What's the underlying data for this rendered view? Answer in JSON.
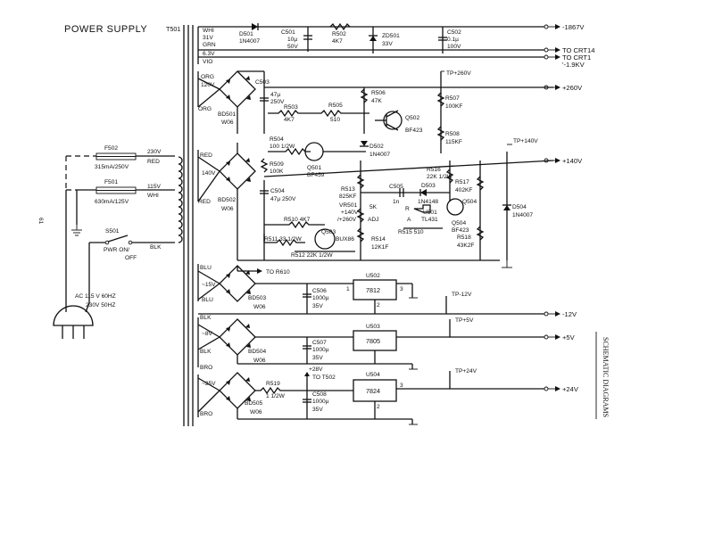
{
  "title": "POWER SUPPLY",
  "page_number": "61",
  "side_label": "SCHEMATIC DIAGRAMS",
  "transformer": {
    "ref": "T501",
    "windings": {
      "whi_top": "WHI",
      "v31": "31V",
      "grn": "GRN",
      "v63": "6.3V",
      "vio": "VIO",
      "org1": "ORG",
      "v120": "120V",
      "org2": "ORG",
      "red1": "RED",
      "v140": "140V",
      "red2": "RED",
      "blu1": "BLU",
      "v15": "~15V",
      "blu2": "BLU",
      "blk_sec": "BLK",
      "v8": "~8V",
      "blk_sec2": "BLK",
      "bro1": "BRO",
      "v25": "~25V",
      "bro2": "BRO"
    },
    "primary": {
      "v230": "230V",
      "red": "RED",
      "v115": "115V",
      "whi": "WHI",
      "blk": "BLK"
    }
  },
  "line_input": {
    "fuse1_ref": "F502",
    "fuse1_val": "315mA/250V",
    "fuse2_ref": "F501",
    "fuse2_val": "630mA/125V",
    "switch_ref": "S501",
    "switch_label": "PWR ON/",
    "switch_label2": "OFF",
    "ac1": "AC 115 V 60HZ",
    "ac2": "230V 50HZ"
  },
  "components": {
    "d501": "D501",
    "d501v": "1N4007",
    "c501": "C501",
    "c501v": "10µ",
    "c501v2": "50V",
    "r502": "R502",
    "r502v": "4K7",
    "zd501": "ZD501",
    "zd501v": "33V",
    "c502": "C502",
    "c502v": "0.1µ",
    "c502v2": "100V",
    "c503": "C503",
    "c503v": "47µ",
    "c503v2": "250V",
    "bd501": "BD501",
    "bd501v": "W06",
    "r503": "R503",
    "r503v": "4K7",
    "r505": "R505",
    "r505v": "510",
    "r506": "R506",
    "r506v": "47K",
    "q502": "Q502",
    "q502v": "BF423",
    "r507": "R507",
    "r507v": "100KF",
    "r508": "R508",
    "r508v": "115KF",
    "r504": "R504",
    "r504v": "100 1/2W",
    "r509": "R509",
    "r509v": "100K",
    "q501": "Q501",
    "q501v": "BF459",
    "d502": "D502",
    "d502v": "1N4007",
    "bd502": "BD502",
    "bd502v": "W06",
    "c504": "C504",
    "c504v": "47µ 250V",
    "r513": "R513",
    "r513v": "825KF",
    "vr501": "VR501",
    "vr501v": "+140V",
    "vr501v2": "/+260V",
    "r516": "R516",
    "r516v": "22K 1/2W",
    "c505": "C505",
    "c505v": "1n",
    "d503": "D503",
    "d503v": "1N4148",
    "r517": "R517",
    "r517v": "402KF",
    "d504": "D504",
    "d504v": "1N4007",
    "u501": "U501",
    "u501v": "TL431",
    "q504": "Q504",
    "q504v": "BF423",
    "q504b": "Q504",
    "r518": "R518",
    "r518v": "43K2F",
    "r510": "R510 4K7",
    "r511": "R511 33 1/2W",
    "q503": "Q503",
    "q503v": "BUX86",
    "r512": "R512 22K 1/2W",
    "r514": "R514",
    "r514v": "12K1F",
    "r515": "R515 510",
    "pot": "5K",
    "adj": "ADJ",
    "pin_r": "R",
    "pin_a": "A",
    "to_r610": "TO R610",
    "bd503": "BD503",
    "bd503v": "W06",
    "c506": "C506",
    "c506v": "1000µ",
    "c506v2": "35V",
    "u502": "U502",
    "u502v": "7812",
    "bd504": "BD504",
    "bd504v": "W06",
    "c507": "C507",
    "c507v": "1000µ",
    "c507v2": "35V",
    "u503": "U503",
    "u503v": "7805",
    "r519": "R519",
    "r519v": "1 1/2W",
    "bd505": "BD505",
    "bd505v": "W06",
    "c508": "C508",
    "c508v": "1000µ",
    "c508v2": "35V",
    "to_t502": "TO T502",
    "v28": "+28V",
    "u504": "U504",
    "u504v": "7824",
    "pin1": "1",
    "pin2": "2",
    "pin3": "3"
  },
  "outputs": {
    "o1867": "-1867V",
    "crt14": "TO CRT14",
    "crt1": "TO CRT1",
    "crt1v": "'-1.9KV",
    "tp260": "TP+260V",
    "o260": "+260V",
    "tp140": "TP+140V",
    "o140": "+140V",
    "tpm12": "TP-12V",
    "om12": "-12V",
    "tp5": "TP+5V",
    "o5": "+5V",
    "tp24": "TP+24V",
    "o24": "+24V"
  }
}
